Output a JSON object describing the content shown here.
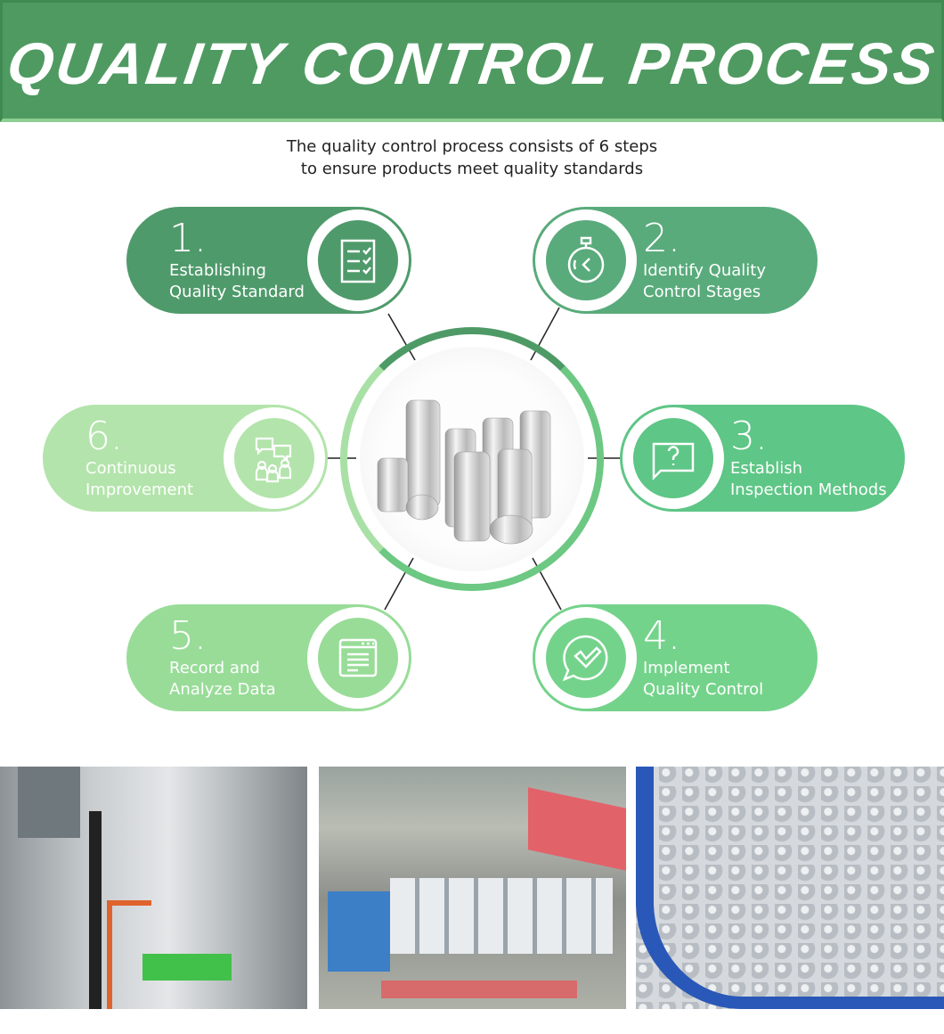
{
  "header": {
    "title": "QUALITY CONTROL PROCESS"
  },
  "subtitle": {
    "line1": "The quality control process consists of 6 steps",
    "line2": "to ensure products meet quality standards"
  },
  "steps": [
    {
      "num": "1.",
      "line1": "Establishing",
      "line2": "Quality Standard",
      "icon": "checklist-icon",
      "color": "#4f9a6b"
    },
    {
      "num": "2.",
      "line1": "Identify Quality",
      "line2": "Control Stages",
      "icon": "stopwatch-icon",
      "color": "#59ab7b"
    },
    {
      "num": "3.",
      "line1": "Establish",
      "line2": "Inspection Methods",
      "icon": "question-chat-icon",
      "color": "#5ec686"
    },
    {
      "num": "4.",
      "line1": "Implement",
      "line2": "Quality Control",
      "icon": "check-bubble-icon",
      "color": "#74d38b"
    },
    {
      "num": "5.",
      "line1": "Record and",
      "line2": "Analyze Data",
      "icon": "document-icon",
      "color": "#98dc98"
    },
    {
      "num": "6.",
      "line1": "Continuous",
      "line2": "Improvement",
      "icon": "team-discussion-icon",
      "color": "#b3e4ab"
    }
  ],
  "colors": {
    "header": "#4f9a61",
    "ring": "#6cc882"
  }
}
